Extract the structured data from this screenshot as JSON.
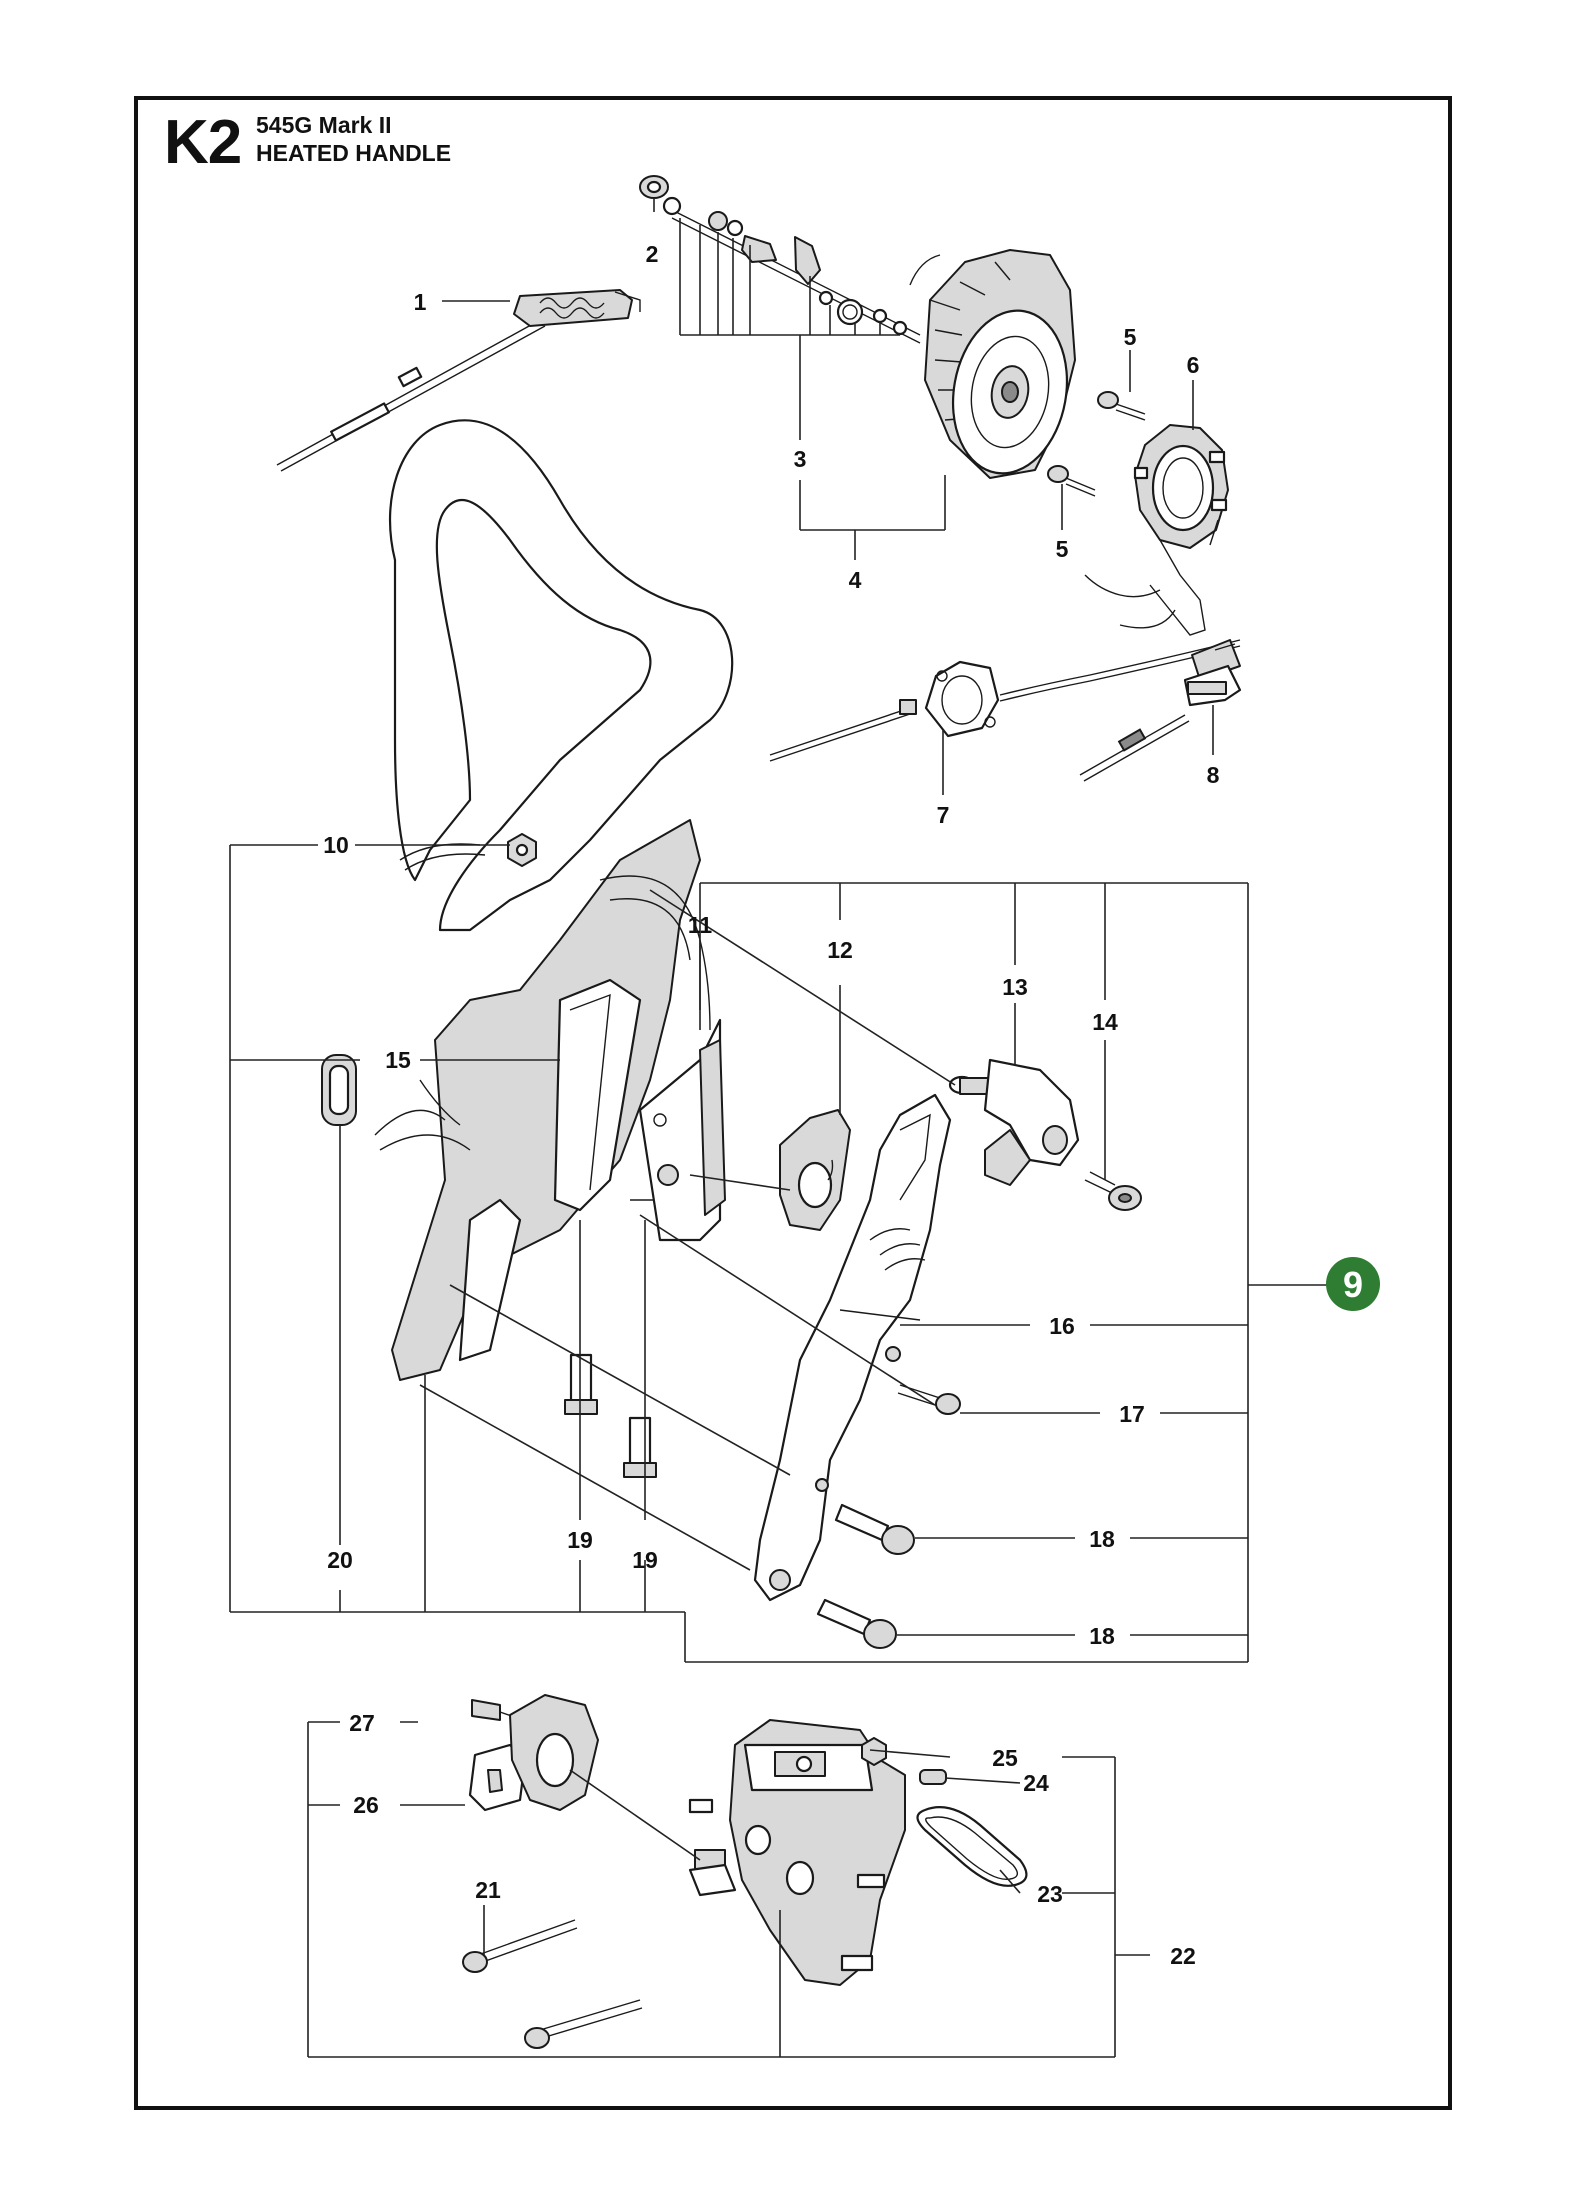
{
  "header": {
    "section_code": "K2",
    "model": "545G Mark II",
    "title": "HEATED HANDLE"
  },
  "kit_badge": {
    "label": "9",
    "color": "#2e7d32"
  },
  "callouts": [
    "1",
    "2",
    "3",
    "4",
    "5",
    "5",
    "6",
    "7",
    "8",
    "10",
    "11",
    "12",
    "13",
    "14",
    "15",
    "16",
    "17",
    "18",
    "18",
    "19",
    "19",
    "20",
    "21",
    "22",
    "23",
    "24",
    "25",
    "26",
    "27"
  ]
}
